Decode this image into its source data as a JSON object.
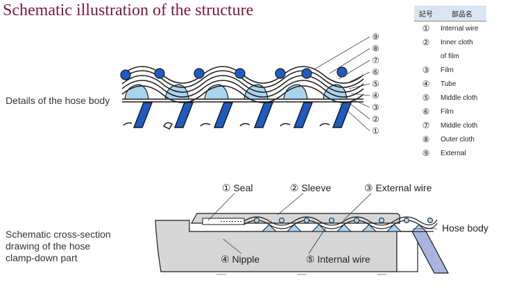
{
  "title": "Schematic illustration of the structure",
  "labels": {
    "hose_body_details": "Details of the hose body",
    "cross_section_line1": "Schematic cross-section",
    "cross_section_line2": "drawing of the hose",
    "cross_section_line3": "clamp-down part",
    "hose_body": "Hose body"
  },
  "legend": {
    "header_symbol": "記号",
    "header_name": "部品名",
    "rows": [
      {
        "num": "①",
        "name": "Internal wire"
      },
      {
        "num": "②",
        "name": "Inner cloth"
      },
      {
        "num": "",
        "name": "of film"
      },
      {
        "num": "③",
        "name": "Film"
      },
      {
        "num": "④",
        "name": "Tube"
      },
      {
        "num": "⑤",
        "name": "Middle cloth"
      },
      {
        "num": "⑥",
        "name": "Film"
      },
      {
        "num": "⑦",
        "name": "Middle cloth"
      },
      {
        "num": "⑧",
        "name": "Outer cloth"
      },
      {
        "num": "⑨",
        "name": "External"
      }
    ]
  },
  "callouts_top": [
    "⑨",
    "⑧",
    "⑦",
    "⑥",
    "⑤",
    "④",
    "③",
    "②",
    "①"
  ],
  "callouts_bottom": {
    "seal": "① Seal",
    "sleeve": "② Sleeve",
    "external_wire": "③ External wire",
    "nipple": "④ Nipple",
    "internal_wire": "⑤ Internal wire"
  },
  "colors": {
    "title": "#7a1a36",
    "wire_blue": "#1f5bc4",
    "film_light_blue": "#a9d4f0",
    "table_header": "#d9e6f1",
    "sleeve_grey": "#d6d6d6",
    "tube_lavender": "#aab4e0"
  }
}
